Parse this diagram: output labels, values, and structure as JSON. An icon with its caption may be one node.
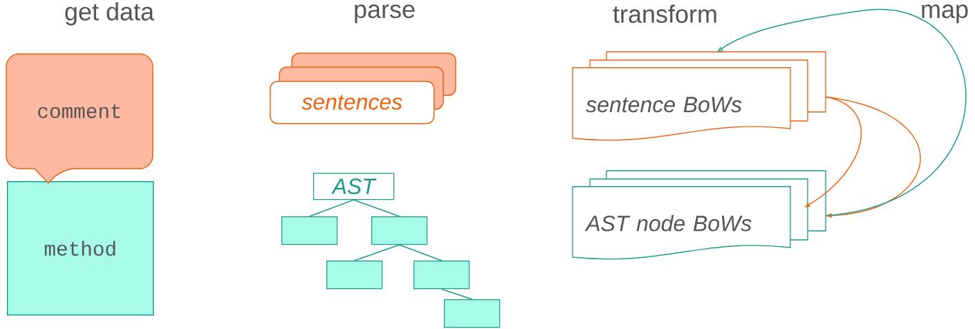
{
  "diagram": {
    "nodes": [
      {
        "text": [
          "comment"
        ]
      },
      {
        "text": [
          "method"
        ]
      },
      {
        "text": [
          "sentences"
        ]
      },
      {
        "text": [
          "AST"
        ]
      },
      {
        "text": [],
        "shape": "box"
      },
      {
        "text": [],
        "shape": "box"
      },
      {
        "text": [],
        "shape": "box"
      },
      {
        "text": [],
        "shape": "box"
      },
      {
        "text": [],
        "shape": "box"
      },
      {
        "text": [
          "sentence BoWs"
        ]
      },
      {
        "text": [
          "AST node BoWs"
        ]
      }
    ],
    "edges": [
      {
        "from": 3,
        "to": 4,
        "arrow": "none"
      },
      {
        "from": 3,
        "to": 5,
        "arrow": "none"
      },
      {
        "from": 5,
        "to": 6,
        "arrow": "none"
      },
      {
        "from": 5,
        "to": 7,
        "arrow": "none"
      },
      {
        "from": 7,
        "to": 8,
        "arrow": "none"
      },
      {
        "from": 9,
        "to": 10,
        "arrow": "to",
        "color": "#e8620f"
      },
      {
        "from": 9,
        "to": 10,
        "arrow": "to",
        "color": "#e8620f"
      },
      {
        "from": 10,
        "to": 9,
        "arrow": "to"
      }
    ],
    "labels": [
      "get data",
      "parse",
      "transform",
      "map"
    ]
  }
}
